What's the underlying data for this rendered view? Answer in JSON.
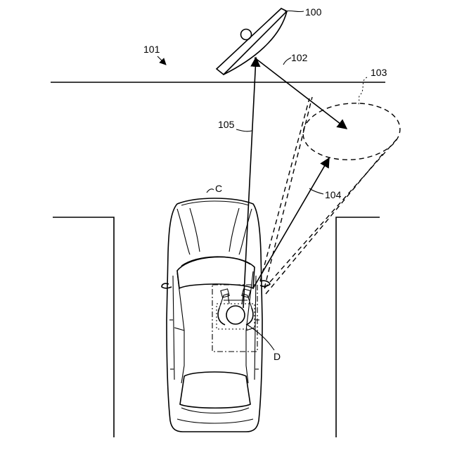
{
  "labels": {
    "ref_100": "100",
    "ref_101": "101",
    "ref_102": "102",
    "ref_103": "103",
    "ref_104": "104",
    "ref_105": "105",
    "ref_c": "C",
    "ref_d": "D"
  }
}
